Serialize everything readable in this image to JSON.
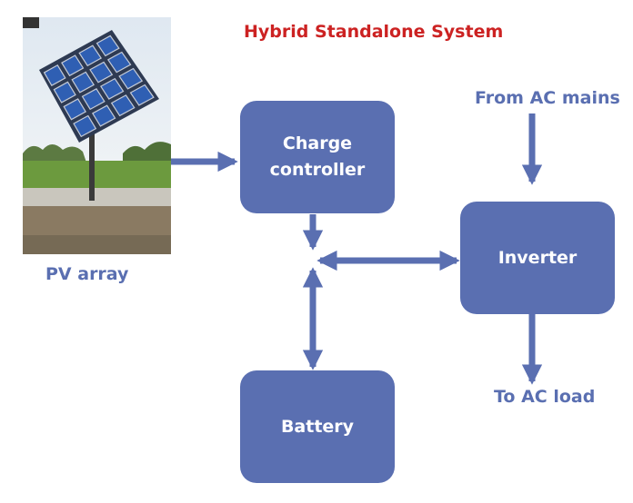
{
  "title": "Hybrid Standalone System",
  "colors": {
    "block": "#5a6fb1",
    "title": "#cc2222",
    "label": "#5a6fb1"
  },
  "blocks": {
    "charge_controller": "Charge controller",
    "inverter": "Inverter",
    "battery": "Battery"
  },
  "labels": {
    "pv_array": "PV array",
    "ac_mains": "From AC mains",
    "ac_load": "To AC load"
  },
  "photo": {
    "subject": "solar panel array on tracker pole"
  }
}
